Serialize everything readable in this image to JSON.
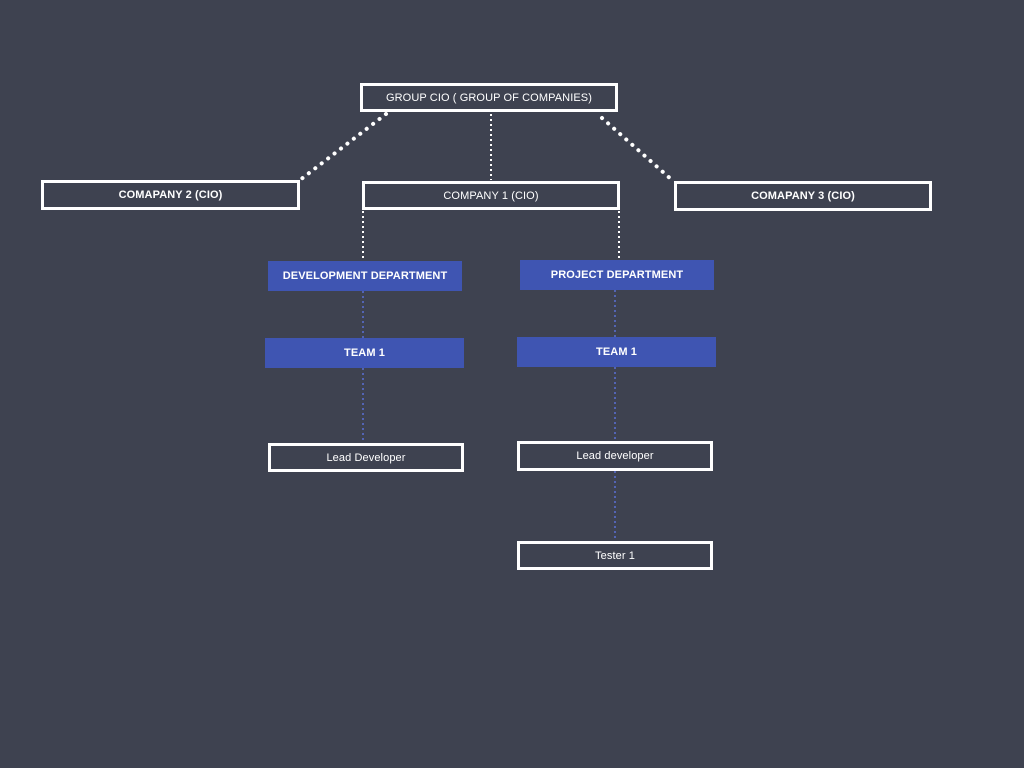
{
  "colors": {
    "background": "#3e4250",
    "node_outline": "#ffffff",
    "department_fill": "#3f55b2",
    "white_connector": "#ffffff",
    "blue_connector": "#5a6fd6"
  },
  "nodes": {
    "group_cio": "GROUP CIO ( GROUP OF COMPANIES)",
    "company_2": "COMAPANY 2  (CIO)",
    "company_1": "COMPANY 1 (CIO)",
    "company_3": "COMAPANY 3  (CIO)",
    "development_department": "DEVELOPMENT DEPARTMENT",
    "project_department": "PROJECT  DEPARTMENT",
    "dev_team_1": "TEAM 1",
    "project_team_1": "TEAM 1",
    "lead_developer_dev": "Lead Developer",
    "lead_developer_project": "Lead developer",
    "tester_1": "Tester 1"
  }
}
